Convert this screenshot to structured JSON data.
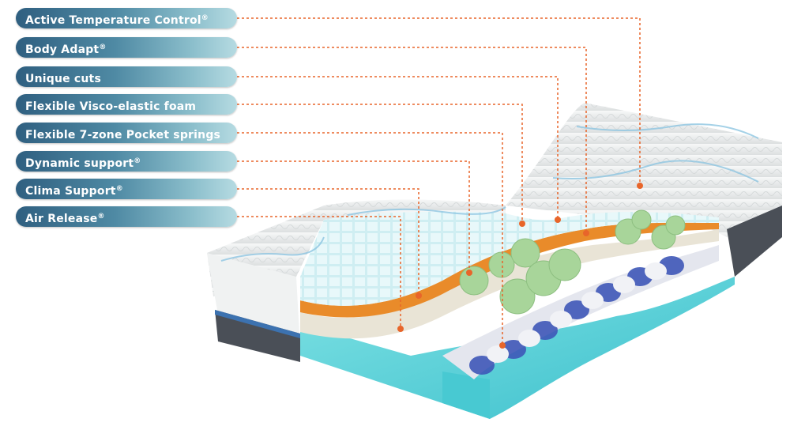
{
  "features": [
    {
      "label": "Active Temperature Control",
      "mark": "®"
    },
    {
      "label": "Body Adapt",
      "mark": "®"
    },
    {
      "label": "Unique cuts",
      "mark": ""
    },
    {
      "label": "Flexible Visco-elastic foam",
      "mark": ""
    },
    {
      "label": "Flexible 7-zone Pocket springs",
      "mark": ""
    },
    {
      "label": "Dynamic support",
      "mark": "®"
    },
    {
      "label": "Clima Support",
      "mark": "®"
    },
    {
      "label": "Air Release",
      "mark": "®"
    }
  ],
  "colors": {
    "leader_line": "#e8652a",
    "label_dark": "#2f5f80",
    "label_light": "#b6dbe2",
    "mattress_cover": "#eef0f0",
    "gel_foam": "#5fd3d8",
    "visco_layer": "#e98b2a",
    "air_release_layer": "#e9e4d6",
    "spring_blue": "#3f58b8",
    "spring_white": "#e4e6ee",
    "support_spheres": "#a8d59a",
    "base": "#4a4f57"
  },
  "icons": [
    "feature-callout-dot",
    "mattress-illustration"
  ]
}
